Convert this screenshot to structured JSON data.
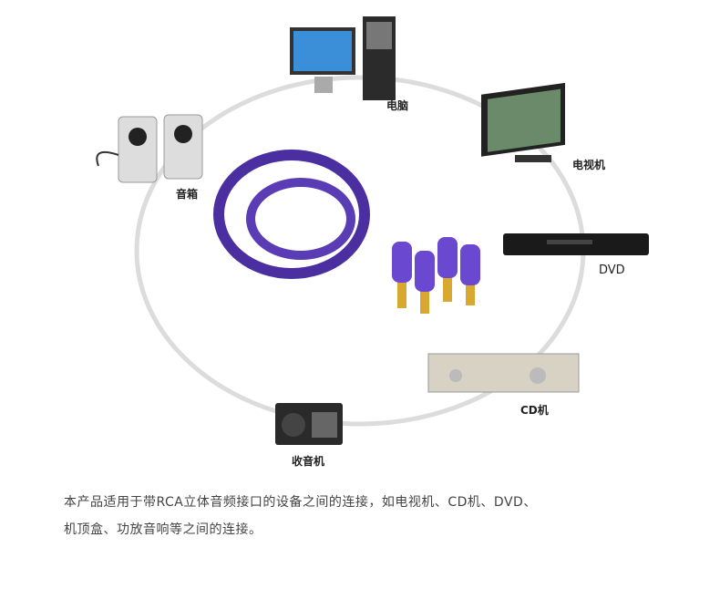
{
  "devices": {
    "computer": "电脑",
    "tv": "电视机",
    "speakers": "音箱",
    "dvd": "DVD",
    "cd": "CD机",
    "radio": "收音机"
  },
  "description": {
    "line1": "本产品适用于带RCA立体音频接口的设备之间的连接，如电视机、CD机、DVD、",
    "line2": "机顶盒、功放音响等之间的连接。"
  },
  "colors": {
    "cable": "#4b2fa0",
    "ring": "#d9d9d9"
  }
}
